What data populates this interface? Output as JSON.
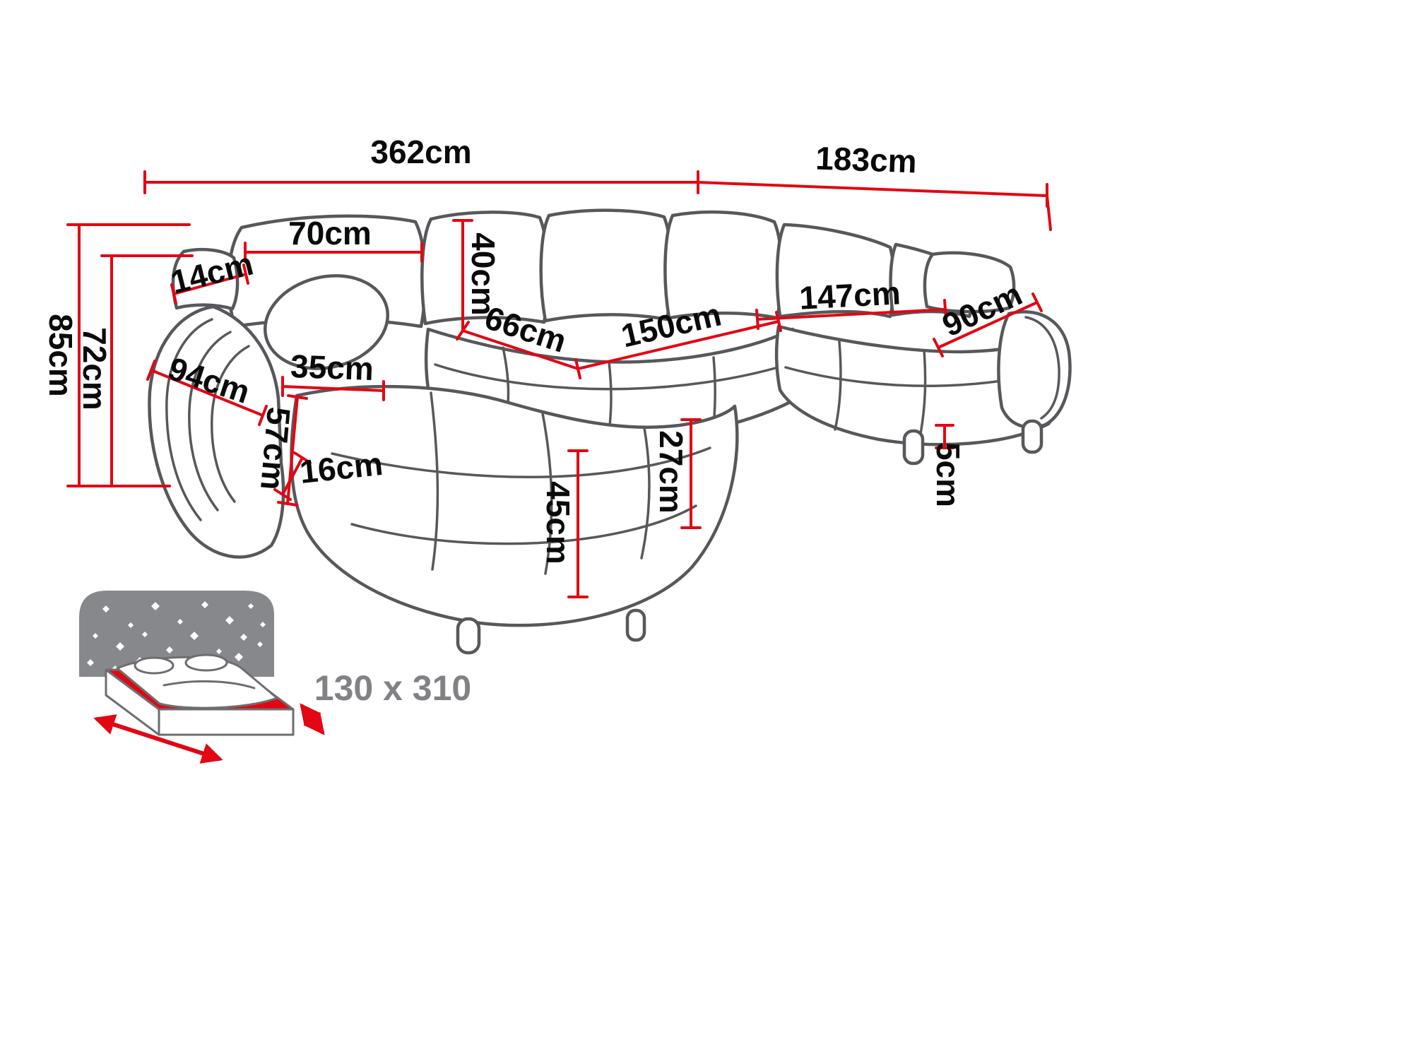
{
  "diagram": {
    "kind": "corner-sofa-dimension-diagram",
    "palette": {
      "dimension_line_color": "#e30613",
      "sofa_outline_color": "#57585b",
      "label_color": "#0a0a0a",
      "sleeping_label_color": "#808285",
      "headboard_color": "#87888b"
    }
  },
  "labels": {
    "total_width": "362cm",
    "total_depth": "183cm",
    "back_cushion_width": "70cm",
    "side_back_width": "14cm",
    "back_cushion_height": "40cm",
    "seat_depth": "66cm",
    "seat_width": "150cm",
    "right_section_length": "147cm",
    "right_section_width": "90cm",
    "total_height": "85cm",
    "backrest_height": "72cm",
    "armrest_length": "94cm",
    "armrest_width": "35cm",
    "chaise_seat_depth": "57cm",
    "seat_cushion_thickness": "16cm",
    "seat_height": "45cm",
    "front_cushion_height": "27cm",
    "leg_height": "5cm",
    "sleeping_area": "130 x 310"
  }
}
